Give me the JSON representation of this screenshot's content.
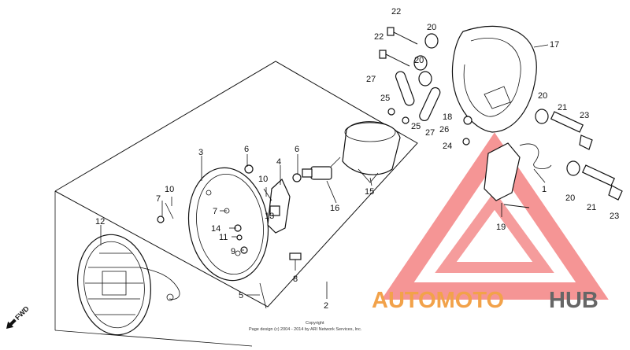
{
  "diagram": {
    "callouts": [
      "1",
      "2",
      "3",
      "4",
      "5",
      "6",
      "6",
      "7",
      "7",
      "8",
      "9",
      "10",
      "10",
      "11",
      "12",
      "13",
      "14",
      "15",
      "16",
      "17",
      "18",
      "19",
      "20",
      "20",
      "20",
      "20",
      "21",
      "21",
      "22",
      "22",
      "23",
      "23",
      "24",
      "25",
      "25",
      "26",
      "27",
      "27"
    ],
    "fwd_label": "FWD",
    "copyright_line1": "Copyright",
    "copyright_line2": "Page design (c) 2004 - 2014 by ARI Network Services, Inc."
  },
  "watermark": {
    "word_part1": "AUTOMOTO",
    "word_part2": "HUB",
    "colors": {
      "triangle": "#f05a5a",
      "part1": "#f2a24a",
      "part2": "#666666"
    }
  }
}
